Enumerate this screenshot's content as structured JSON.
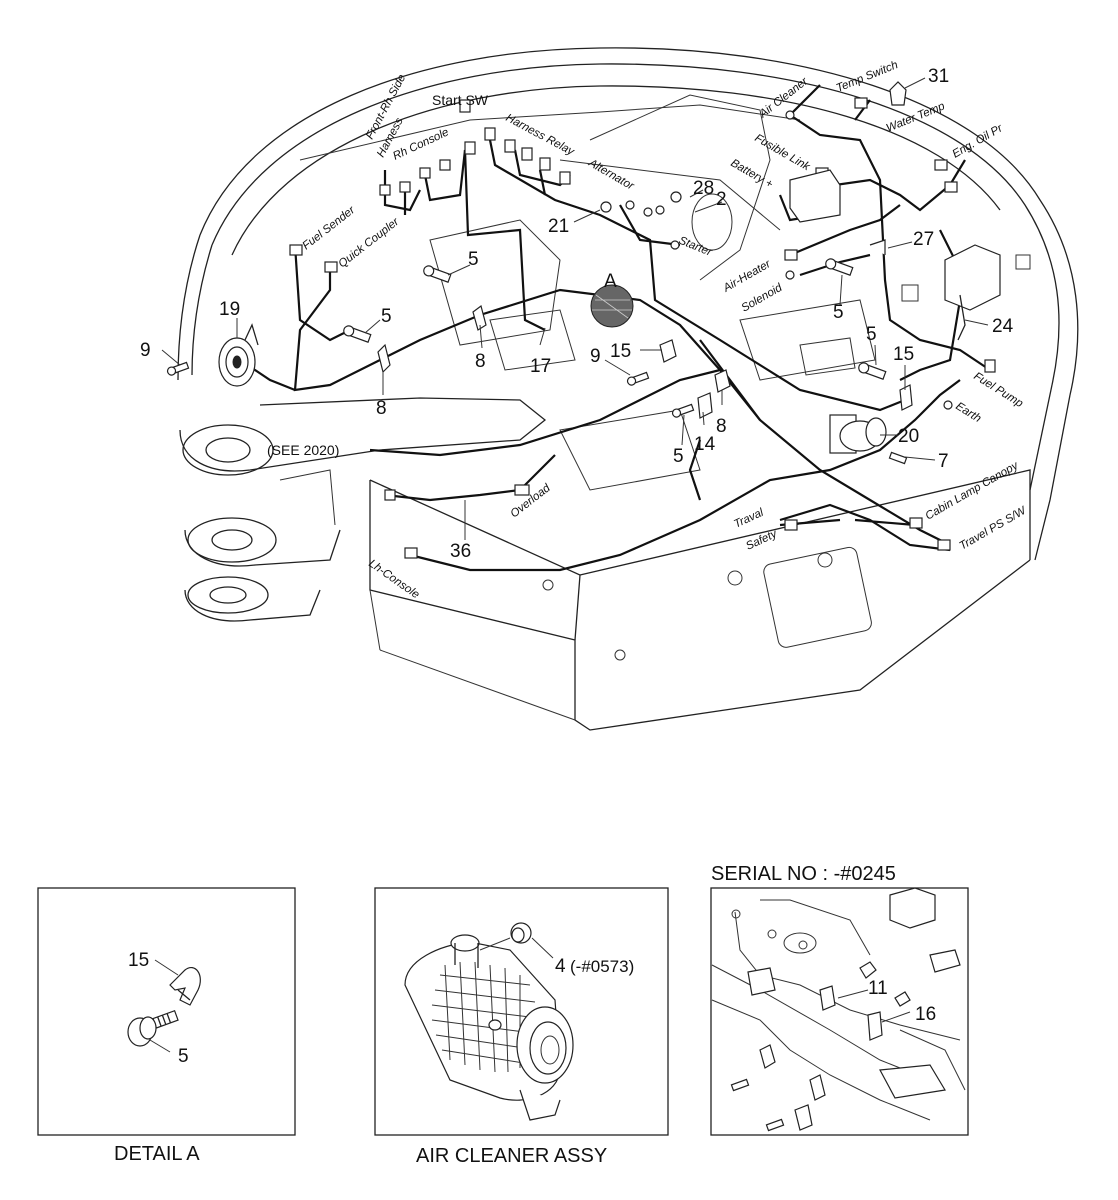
{
  "main": {
    "wire_labels": {
      "front_rh_side": "Front-Rh Side",
      "harness": "Harness",
      "start_sw": "Start SW",
      "rh_console": "Rh Console",
      "harness_relay": "Harness Relay",
      "alternator": "Alternator",
      "air_cleaner": "Air Cleaner",
      "temp_switch": "Temp Switch",
      "water_temp": "Water Temp",
      "fusible_link": "Fusible Link",
      "battery_plus": "Battery +",
      "eng_oil_pr": "Eng. Oil Pr",
      "fuel_sender": "Fuel Sender",
      "quick_coupler": "Quick Coupler",
      "starter": "Starter",
      "air_heater": "Air-Heater",
      "solenoid": "Solenoid",
      "fuel_pump": "Fuel Pump",
      "earth": "Earth",
      "cabin_lamp_canopy": "Cabin Lamp Canopy",
      "travel_ps_sw": "Travel PS S/W",
      "traval": "Traval",
      "safety": "Safety",
      "overload": "Overload",
      "lh_console": "Lh-Console",
      "see_2020": "(SEE 2020)"
    },
    "callouts": {
      "c31": "31",
      "c28": "28",
      "c2": "2",
      "c21": "21",
      "c27": "27",
      "c5a": "5",
      "c5b": "5",
      "c5c": "5",
      "c5d": "5",
      "c5e": "5",
      "c19": "19",
      "c9a": "9",
      "c9b": "9",
      "c8a": "8",
      "c8b": "8",
      "c8c": "8",
      "c17": "17",
      "c15a": "15",
      "c15b": "15",
      "c14": "14",
      "c20": "20",
      "c7": "7",
      "c24": "24",
      "c36": "36",
      "detail_marker": "A"
    }
  },
  "detail_a": {
    "caption": "DETAIL A",
    "c15": "15",
    "c5": "5"
  },
  "air_cleaner": {
    "caption": "AIR CLEANER ASSY",
    "c4": "4",
    "c4_note": "(-#0573)"
  },
  "serial": {
    "title": "SERIAL NO : -#0245",
    "c11": "11",
    "c16": "16"
  }
}
